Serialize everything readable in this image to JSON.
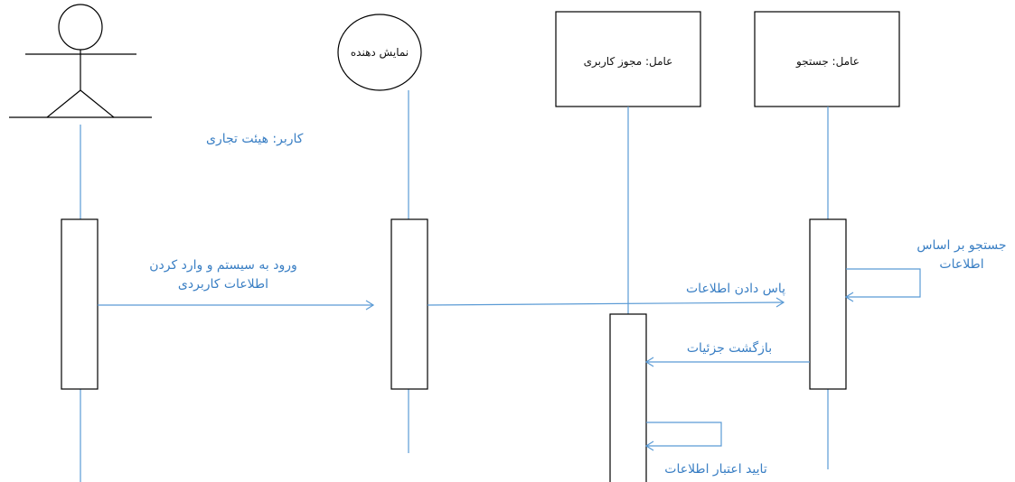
{
  "actor": {
    "label": "کاربر: هیئت تجاری"
  },
  "participants": {
    "display": "نمایش دهنده",
    "auth_agent": "عامل: مجوز کاربری",
    "search_agent": "عامل: جستجو"
  },
  "messages": {
    "login_line1": "ورود به سیستم و وارد کردن",
    "login_line2": "اطلاعات کاربردی",
    "pass_info": "پاس دادن اطلاعات",
    "search_line1": "جستجو بر اساس",
    "search_line2": "اطلاعات",
    "return_details": "بازگشت جزئیات",
    "verify": "تایید اعتبار اطلاعات"
  },
  "colors": {
    "line": "#5b9bd5",
    "text": "#3a7fc4",
    "stroke": "#000000"
  }
}
